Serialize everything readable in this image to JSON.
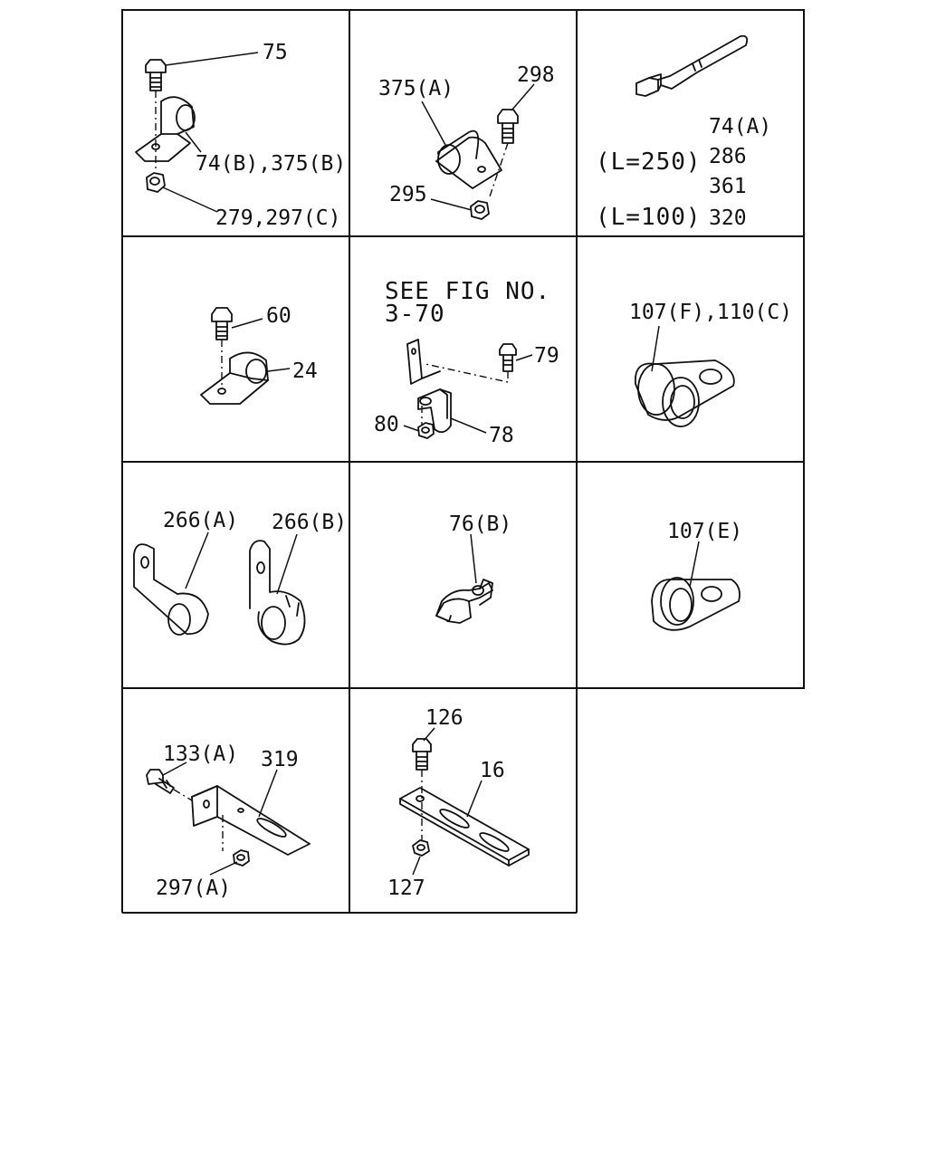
{
  "cells": [
    {
      "id": "c1",
      "labels": [
        "75",
        "74(B),375(B)",
        "279,297(C)"
      ]
    },
    {
      "id": "c2",
      "labels": [
        "375(A)",
        "298",
        "295"
      ]
    },
    {
      "id": "c3",
      "labels": [
        "74(A)",
        "(L=250)",
        "286",
        "361",
        "(L=100)",
        "320"
      ]
    },
    {
      "id": "c4",
      "labels": [
        "60",
        "24"
      ]
    },
    {
      "id": "c5",
      "labels": [
        "SEE FIG NO.",
        "3-70",
        "79",
        "80",
        "78"
      ]
    },
    {
      "id": "c6",
      "labels": [
        "107(F),110(C)"
      ]
    },
    {
      "id": "c7",
      "labels": [
        "266(A)",
        "266(B)"
      ]
    },
    {
      "id": "c8",
      "labels": [
        "76(B)"
      ]
    },
    {
      "id": "c9",
      "labels": [
        "107(E)"
      ]
    },
    {
      "id": "c10",
      "labels": [
        "133(A)",
        "319",
        "297(A)"
      ]
    },
    {
      "id": "c11",
      "labels": [
        "126",
        "16",
        "127"
      ]
    }
  ]
}
